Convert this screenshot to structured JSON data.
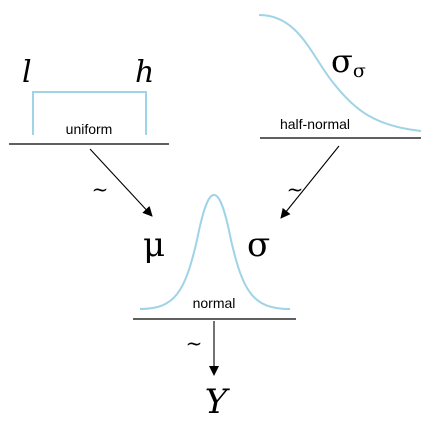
{
  "colors": {
    "curve": "#9fd3e6",
    "ink": "#000000"
  },
  "uniform": {
    "param_low": "l",
    "param_high": "h",
    "label": "uniform"
  },
  "half_normal": {
    "param": "σ",
    "param_sub": "σ",
    "label": "half-normal"
  },
  "normal": {
    "param_mean": "μ",
    "param_sd": "σ",
    "label": "normal"
  },
  "outcome": {
    "label": "Y"
  },
  "edges": {
    "tilde": "~"
  }
}
